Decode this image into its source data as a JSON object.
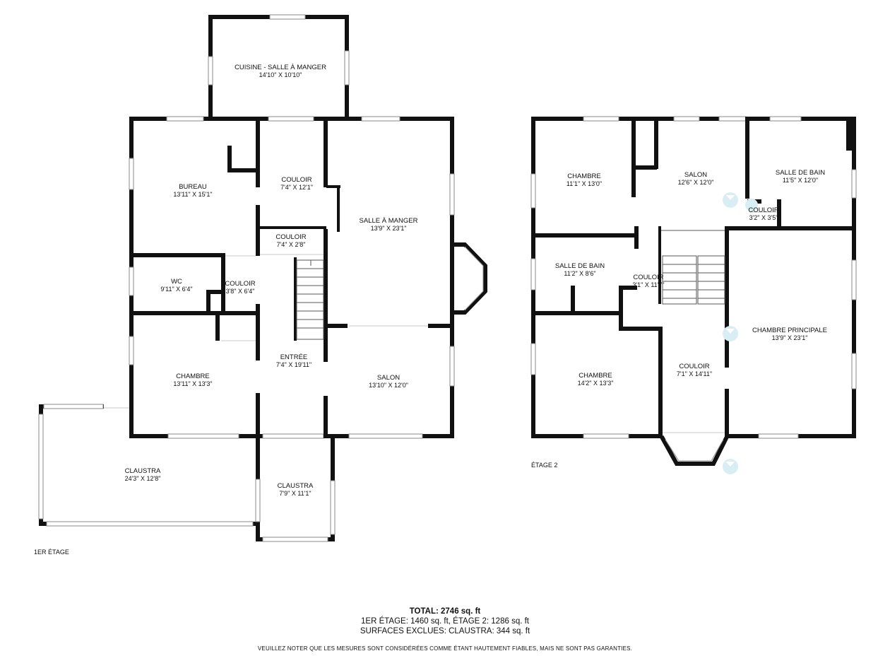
{
  "floor_labels": {
    "first": "1ER ÉTAGE",
    "second": "ÉTAGE 2"
  },
  "rooms": {
    "cuisine": {
      "name": "CUISINE - SALLE À MANGER",
      "dim": "14'10\" X 10'10\""
    },
    "bureau": {
      "name": "BUREAU",
      "dim": "13'11\" X 15'1\""
    },
    "couloir_a": {
      "name": "COULOIR",
      "dim": "7'4\" X 12'1\""
    },
    "salle_manger": {
      "name": "SALLE À MANGER",
      "dim": "13'9\" X 23'1\""
    },
    "couloir_b": {
      "name": "COULOIR",
      "dim": "7'4\" X 2'8\""
    },
    "wc": {
      "name": "WC",
      "dim": "9'11\" X 6'4\""
    },
    "couloir_c": {
      "name": "COULOIR",
      "dim": "3'8\" X 6'4\""
    },
    "entree": {
      "name": "ENTRÉE",
      "dim": "7'4\" X 19'11\""
    },
    "chambre_1": {
      "name": "CHAMBRE",
      "dim": "13'11\" X 13'3\""
    },
    "salon_1": {
      "name": "SALON",
      "dim": "13'10\" X 12'0\""
    },
    "claustra_a": {
      "name": "CLAUSTRA",
      "dim": "24'3\" X 12'8\""
    },
    "claustra_b": {
      "name": "CLAUSTRA",
      "dim": "7'9\" X 11'1\""
    },
    "chambre_2": {
      "name": "CHAMBRE",
      "dim": "11'1\" X 13'0\""
    },
    "salon_2": {
      "name": "SALON",
      "dim": "12'6\" X 12'0\""
    },
    "sdb_1": {
      "name": "SALLE DE BAIN",
      "dim": "11'5\" X 12'0\""
    },
    "couloir_d": {
      "name": "COULOIR",
      "dim": "3'2\" X 3'5\""
    },
    "sdb_2": {
      "name": "SALLE DE BAIN",
      "dim": "11'2\" X 8'6\""
    },
    "couloir_e": {
      "name": "COULOIR",
      "dim": "3'1\" X 11'7\""
    },
    "chambre_principale": {
      "name": "CHAMBRE PRINCIPALE",
      "dim": "13'9\" X 23'1\""
    },
    "chambre_3": {
      "name": "CHAMBRE",
      "dim": "14'2\" X 13'3\""
    },
    "couloir_f": {
      "name": "COULOIR",
      "dim": "7'1\" X 14'11\""
    }
  },
  "summary": {
    "total": "TOTAL: 2746 sq. ft",
    "floors": "1ER ÉTAGE: 1460 sq. ft, ÉTAGE 2: 1286 sq. ft",
    "excluded": "SURFACES EXCLUES: CLAUSTRA: 344 sq. ft"
  },
  "disclaimer": "VEUILLEZ NOTER QUE LES MESURES SONT CONSIDÉRÉES COMME ÉTANT HAUTEMENT FIABLES, MAIS NE SONT PAS GARANTIES.",
  "colors": {
    "wall": "#111111",
    "window": "#8a8a8a",
    "viewpoint": "#d9eef4"
  }
}
